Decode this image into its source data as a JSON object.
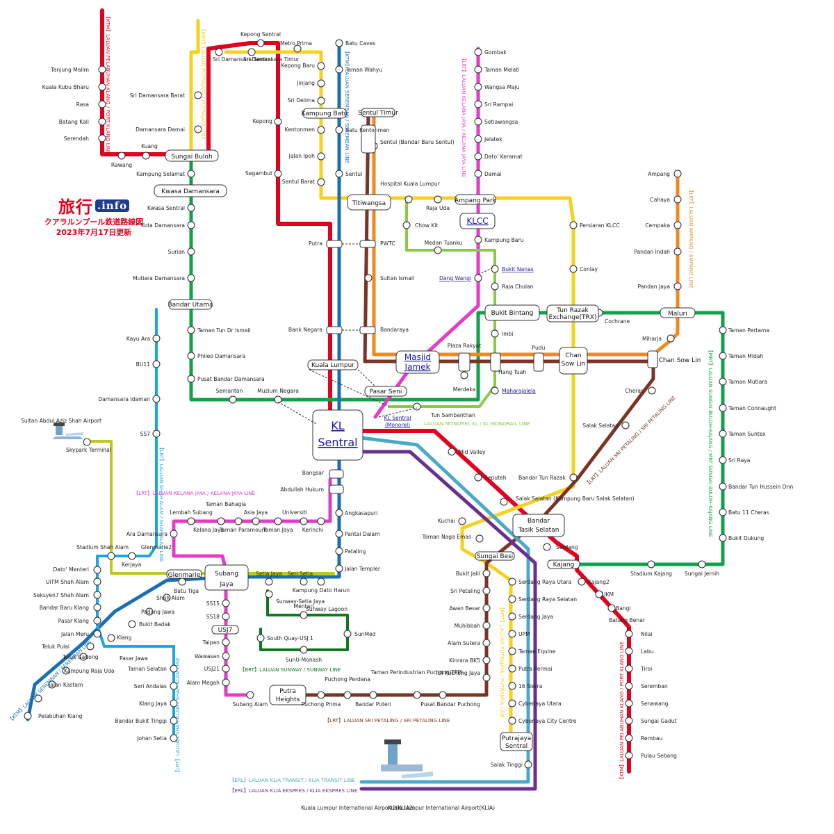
{
  "brand": {
    "logo_text": "旅行",
    "logo_suffix": ".info",
    "subtitle": "クアラルンプール鉄道路線図",
    "updated": "2023年7月17日更新"
  },
  "colors": {
    "ktm_port_klang": "#e1001e",
    "putrajaya": "#f5d21e",
    "mrt_kajang": "#12a04a",
    "seremban": "#1a6fb4",
    "kelana_jaya": "#e33cc6",
    "sri_petaling": "#7b3324",
    "ampang": "#ef8a22",
    "monorail": "#8bc94a",
    "sunway_brt": "#0d7a1e",
    "shah_alam": "#1aa6e0",
    "skypark": "#bfc81e",
    "klia_transit": "#4aa9c8",
    "klia_ekspres": "#6a2f8f"
  },
  "line_labels": [
    "【KTM】LALUAN PELABUHAN KLANG / PORT KLANG LINE",
    "【MRT】LALUAN PUTRAJAYA / PUTRAJAYA LINE",
    "【KTM】LALUAN SEREMBAN / SEREMBAN LINE",
    "【LRT】LALUAN KELANA JAYA / KELANA JAYA LINE",
    "【LRT】LALUAN AMPANG / AMPANG LINE",
    "【MRT】LALUAN SUNGAI BULOH-KAJANG / MRT SUNGAI BULOH-KAJANG LINE",
    "【LRT】LALUAN SRI PETALING / SRI PETALING LINE",
    "LALUAN MONOREL KL / KL MONORAIL LINE",
    "【LRT】LALUAN SHAH ALAM / SHAH ALAM LINE",
    "【LRT】LALUAN KELANA JAYA / KELANA JAYA LINE",
    "【BRT】LALUAN SUNWAY / SUNWAY LINE",
    "【LRT】LALUAN SRI PETALING / SRI PETALING LINE",
    "【MRT】LALUAN PUTRAJAYA / PUTRAJAYA LINE",
    "【KTM】LALUAN SEREMBAN / SEREMBAN LINE",
    "【LRT】LALUAN SHAH ALAM / SHAH ALAM LINE",
    "【KTM】LALUAN PELABUHAN KLANG / PORT KLANG LINE",
    "【ERL】LALUAN KLIA TRANSIT / KLIA TRANSIT LINE",
    "【ERL】LALUAN KLIA EKSPRES / KLIA EKSPRES LINE"
  ],
  "hubs": [
    "KL",
    "Sentral",
    "KLCC",
    "Masjid",
    "Jamek",
    "Titiwangsa",
    "Kwasa Damansara",
    "Sungai Buloh",
    "Bandar Utama",
    "Kampung Batu",
    "Ampang Park",
    "Bukit Bintang",
    "Tun Razak",
    "Exchange(TRX)",
    "Maluri",
    "Chan",
    "Sow Lin",
    "Chan Sow Lin",
    "Kuala Lumpur",
    "Pasar Seni",
    "Subang",
    "Jaya",
    "Glenmarie",
    "Bandar",
    "Tasik Selatan",
    "Sungai Besi",
    "Kajang",
    "Putra",
    "Heights",
    "Putrajaya",
    "Sentral",
    "USJ7",
    "Sentul Timur"
  ],
  "stations": [
    "Tanjung Malim",
    "Kuala Kubu Bharu",
    "Rasa",
    "Batang Kali",
    "Serendah",
    "Rawang",
    "Kuang",
    "Kepong Sentral",
    "Metro Prima",
    "Sri Damansara Sentral",
    "Sri Damansara Timur",
    "Kepong Baru",
    "Jinjang",
    "Sri Delima",
    "Kepong",
    "Kentonmen",
    "Jalan Ipoh",
    "Sentul Barat",
    "Segambut",
    "Batu Caves",
    "Taman Wahyu",
    "Batu Kentonmen",
    "Sentul",
    "Sentul (Bandar Baru Sentul)",
    "Sri Damansara Barat",
    "Damansara Damai",
    "Kampung Selamat",
    "Kwasa Sentral",
    "Kota Damansara",
    "Surian",
    "Mutiara Damansara",
    "Taman Tun Dr Ismail",
    "Phileo Damansara",
    "Pusat Bandar Damansara",
    "Semantan",
    "Muzium Negara",
    "Gombak",
    "Taman Melati",
    "Wangsa Maju",
    "Sri Rampai",
    "Setiawangsa",
    "Jelatek",
    "Dato' Keramat",
    "Damai",
    "Hospital Kuala Lumpur",
    "Raja Uda",
    "Chow Kit",
    "Medan Tuanku",
    "Kampung Baru",
    "Bukit Nanas",
    "Dang Wangi",
    "Raja Chulan",
    "Imbi",
    "Persiaran KLCC",
    "Conlay",
    "Cochrane",
    "Putra",
    "PWTC",
    "Sultan Ismail",
    "Bank Negara",
    "Bandaraya",
    "Plaza Rakyat",
    "Hang Tuah",
    "Pudu",
    "Merdeka",
    "Maharajalela",
    "Tun Sambanthan",
    "KL Sentral (Monorel)",
    "Ampang",
    "Cahaya",
    "Cempaka",
    "Pandan Indah",
    "Pandan Jaya",
    "Miharja",
    "Taman Pertama",
    "Taman Midah",
    "Taman Mutiara",
    "Taman Connaught",
    "Taman Suntex",
    "Sri Raya",
    "Bandar Tun Hussein Onn",
    "Batu 11 Cheras",
    "Bukit Dukung",
    "Cheras",
    "Salak Selatan",
    "Bandar Tun Razak",
    "Mid Valley",
    "Seputeh",
    "Salak Selatan (Kampung Baru Salak Selatan)",
    "Kayu Ara",
    "BU11",
    "Damansara Idaman",
    "SS7",
    "Sultan Abdul Aziz Shah Airport",
    "Skypark Terminal",
    "Bangsar",
    "Abdullah Hukum",
    "Angkasapuri",
    "Pantai Dalam",
    "Pataling",
    "Jalan Templer",
    "Lembah Subang",
    "Taman Bahagia",
    "Taman Paramount",
    "Asia Jaya",
    "Taman Jaya",
    "Universiti",
    "Kerinchi",
    "Kelana Jaya",
    "Ara Damansara",
    "Glenmarie2",
    "Stadium Shah Alam",
    "Kerjaya",
    "Dato' Menteri",
    "UiTM Shah Alam",
    "Seksyen7 Shah Alam",
    "Bandar Baru Klang",
    "Pasar Klang",
    "Jalan Meru",
    "Klang",
    "Teluk Pulai",
    "Teluk Gadong",
    "Kampung Raja Uda",
    "Jalan Kastam",
    "Pelabuhan Klang",
    "Batu Tiga",
    "Shah Alam",
    "Padang Jawa",
    "Bukit Badak",
    "Pasar Jawa",
    "Taman Selatan",
    "Seri Andalas",
    "Klang Jaya",
    "Bandar Bukit Tinggi",
    "Johan Setia",
    "Setia Jaya",
    "Seri Setia",
    "Kampung Dato Harun",
    "Sunway-Setia Jaya",
    "Mentari",
    "Sunway Lagoon",
    "SunMed",
    "South Quay-USJ 1",
    "SunU-Monash",
    "SS15",
    "SS18",
    "Taipan",
    "Wawasan",
    "USJ21",
    "Alam Megah",
    "Subang Alam",
    "Puchong Prima",
    "Puchong Perdana",
    "Bandar Puteri",
    "Taman Perindustrian Puchong(TPP)",
    "Pusat Bandar Puchong",
    "IOI Puchong Jaya",
    "Kinrara BK5",
    "Alam Sutera",
    "Muhibbah",
    "Awan Besar",
    "Sri Petaling",
    "Bukit Jalil",
    "Kuchai",
    "Taman Naga Emas",
    "Serdang",
    "Kajang2",
    "UKM",
    "Bangi",
    "Batang Benar",
    "Nilai",
    "Labu",
    "Tiroi",
    "Seremban",
    "Senawang",
    "Sungai Gadut",
    "Rembau",
    "Pulau Sebang",
    "Stadium Kajang",
    "Sungai Jernih",
    "Serdang Raya Utara",
    "Serdang Raya Selatan",
    "Serdang Jaya",
    "UPM",
    "Taman Equine",
    "Putra Permai",
    "16 Sierra",
    "Cyberjaya Utara",
    "Cyberjaya City Centre",
    "Salak Tinggi",
    "Kuala Lumpur International Airport2(KLIA2)",
    "Kuala Lumpur International Airport(KLIA)"
  ]
}
